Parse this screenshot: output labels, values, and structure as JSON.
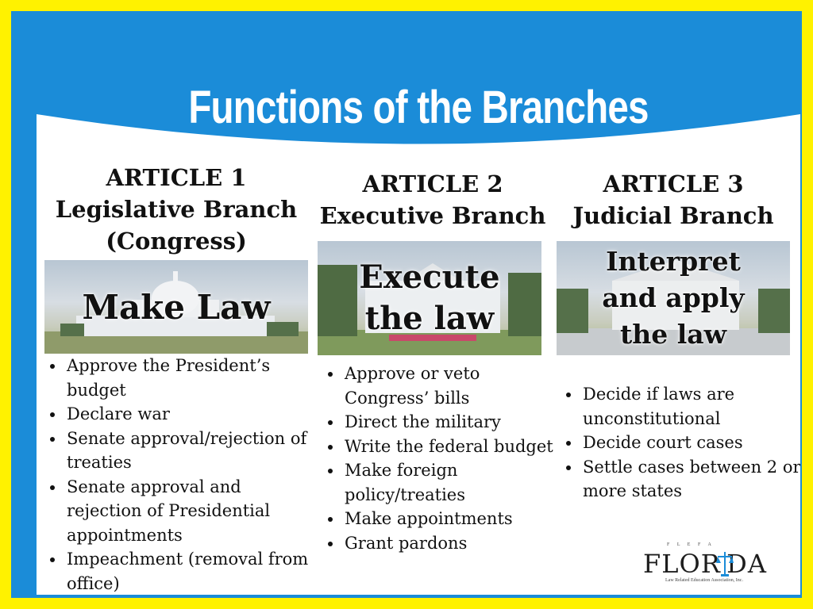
{
  "slide": {
    "title": "Functions of the Branches",
    "colors": {
      "border": "#FFF200",
      "frame": "#1B8CD8",
      "banner": "#1B8CD8",
      "card": "#FFFFFF"
    }
  },
  "columns": [
    {
      "article": "ARTICLE 1",
      "branch": "Legislative Branch",
      "branch_note": "(Congress)",
      "photo_caption": "Make Law",
      "photo_icon": "capitol-building-icon",
      "bullets": [
        "Approve the President’s budget",
        "Declare war",
        "Senate approval/rejection of treaties",
        "Senate approval and rejection of Presidential appointments",
        "Impeachment (removal from office)"
      ]
    },
    {
      "article": "ARTICLE 2",
      "branch": "Executive Branch",
      "photo_caption_line1": "Execute",
      "photo_caption_line2": "the law",
      "photo_icon": "white-house-icon",
      "bullets": [
        "Approve or veto Congress’ bills",
        "Direct the military",
        "Write the federal budget",
        "Make foreign policy/treaties",
        "Make appointments",
        "Grant pardons"
      ]
    },
    {
      "article": "ARTICLE 3",
      "branch": "Judicial Branch",
      "photo_caption_line1": "Interpret",
      "photo_caption_line2": "and apply",
      "photo_caption_line3": "the law",
      "photo_icon": "supreme-court-icon",
      "bullets": [
        "Decide if laws are unconstitutional",
        "Decide court cases",
        "Settle cases between 2 or more states"
      ]
    }
  ],
  "logo": {
    "word": "FLOR DA",
    "top_text": "F L E F A",
    "sub_text": "Law Related Education Association, Inc.",
    "icon": "scales-of-justice-icon"
  }
}
